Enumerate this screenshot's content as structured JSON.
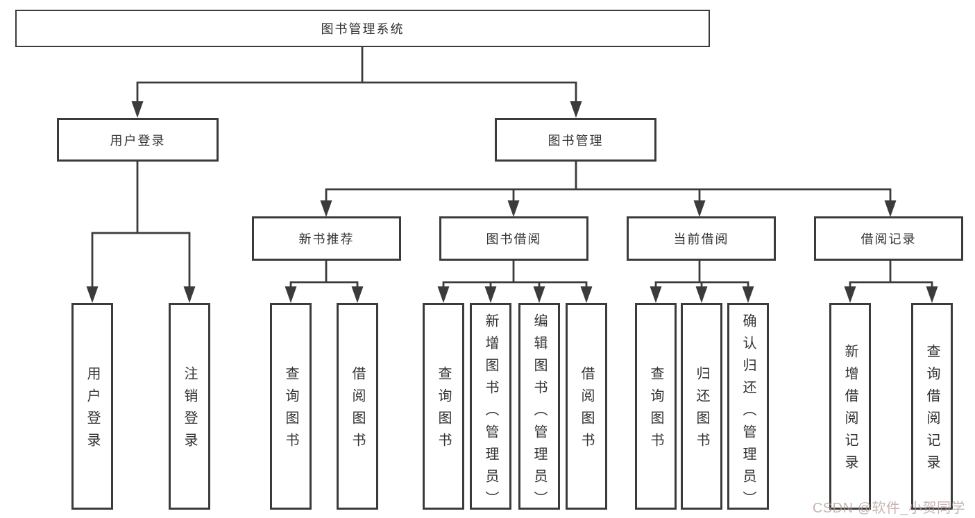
{
  "tree": {
    "root": {
      "label": "图书管理系统"
    },
    "level1": [
      {
        "label": "用户登录",
        "parent": "图书管理系统"
      },
      {
        "label": "图书管理",
        "parent": "图书管理系统"
      }
    ],
    "level2": [
      {
        "label": "新书推荐",
        "parent": "图书管理"
      },
      {
        "label": "图书借阅",
        "parent": "图书管理"
      },
      {
        "label": "当前借阅",
        "parent": "图书管理"
      },
      {
        "label": "借阅记录",
        "parent": "图书管理"
      }
    ],
    "leaves": [
      {
        "label": "用户登录",
        "parent": "用户登录"
      },
      {
        "label": "注销登录",
        "parent": "用户登录"
      },
      {
        "label": "查询图书",
        "parent": "新书推荐"
      },
      {
        "label": "借阅图书",
        "parent": "新书推荐"
      },
      {
        "label": "查询图书",
        "parent": "图书借阅"
      },
      {
        "label": "新增图书（管理员）",
        "parent": "图书借阅"
      },
      {
        "label": "编辑图书（管理员）",
        "parent": "图书借阅"
      },
      {
        "label": "借阅图书",
        "parent": "图书借阅"
      },
      {
        "label": "查询图书",
        "parent": "当前借阅"
      },
      {
        "label": "归还图书",
        "parent": "当前借阅"
      },
      {
        "label": "确认归还（管理员）",
        "parent": "当前借阅"
      },
      {
        "label": "新增借阅记录",
        "parent": "借阅记录"
      },
      {
        "label": "查询借阅记录",
        "parent": "借阅记录"
      }
    ]
  },
  "watermark": {
    "text": "CSDN @软件_小贺同学",
    "color": "#b59a9a"
  },
  "colors": {
    "line": "#3b3b3b",
    "text": "#333333",
    "background": "#ffffff"
  }
}
